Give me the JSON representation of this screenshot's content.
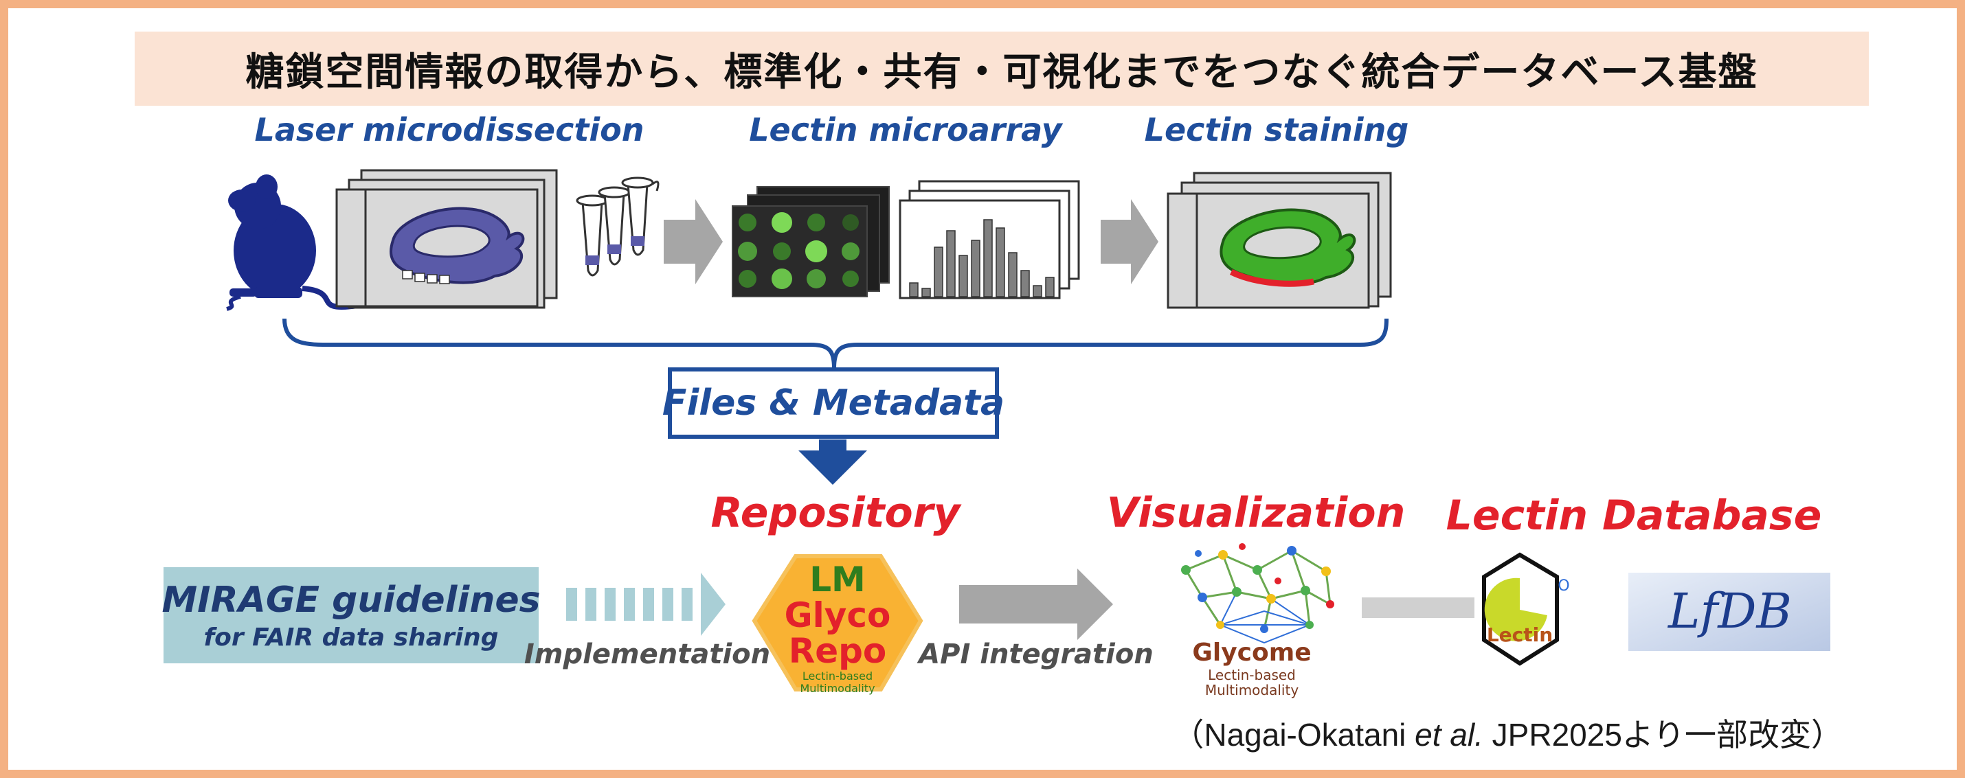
{
  "title": "糖鎖空間情報の取得から、標準化・共有・可視化までをつなぐ統合データベース基盤",
  "stages": {
    "laser": "Laser microdissection",
    "microarray": "Lectin microarray",
    "staining": "Lectin staining"
  },
  "files_metadata": "Files & Metadata",
  "sections": {
    "repository": "Repository",
    "visualization": "Visualization",
    "database": "Lectin Database"
  },
  "mirage": {
    "title": "MIRAGE guidelines",
    "subtitle": "for FAIR data sharing"
  },
  "connectors": {
    "implementation": "Implementation",
    "api": "API integration"
  },
  "lmglycorepo": {
    "line1": "LM",
    "line2": "Glyco",
    "line3": "Repo",
    "tag1": "Lectin-based",
    "tag2": "Multimodality"
  },
  "glycome": {
    "word": "Glycome",
    "tag1": "Lectin-based",
    "tag2": "Multimodality"
  },
  "lectin_logo": {
    "word": "Lectin",
    "superscript": "O"
  },
  "lfdb": "LfDB",
  "citation": {
    "prefix": "（Nagai-Okatani ",
    "italic": "et al.",
    "suffix": " JPR2025より一部改変）"
  },
  "colors": {
    "border": "#f4b183",
    "title_bg": "#fbe3d4",
    "blue": "#1f4e9c",
    "red": "#e3212b",
    "mirage_bg": "#a9cfd6",
    "hexagon": "#f9b233",
    "arrow_gray": "#a6a6a6"
  },
  "icons": {
    "mouse": "mouse-silhouette-icon",
    "tubes": "test-tube-icon",
    "brace": "curly-brace-icon"
  }
}
